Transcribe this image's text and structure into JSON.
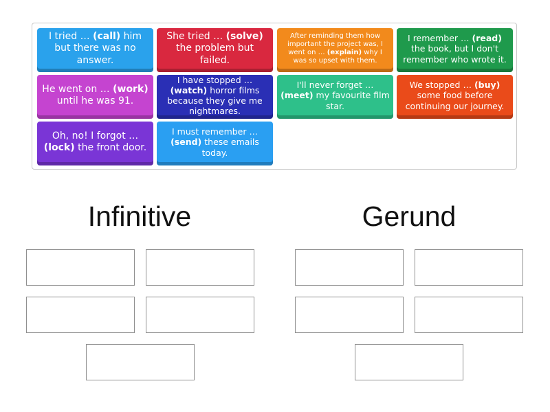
{
  "colors": {
    "blue": "#2aa2ec",
    "red": "#d9283f",
    "orange": "#f28a1c",
    "green": "#1f9a4c",
    "magenta": "#c544d0",
    "indigo": "#2a2fb5",
    "teal": "#2ec08a",
    "red_orange": "#ea4b1a",
    "purple": "#7a35d6",
    "sky": "#2a9ff2"
  },
  "cards": [
    {
      "before": "I tried … ",
      "verb": "(call)",
      "after": " him but there was no answer."
    },
    {
      "before": "She tried … ",
      "verb": "(solve)",
      "after": " the problem but failed."
    },
    {
      "before": "After reminding them how important the project was, I went on … ",
      "verb": "(explain)",
      "after": " why I was so upset with them."
    },
    {
      "before": "I remember … ",
      "verb": "(read)",
      "after": " the book, but I don't remember who wrote it."
    },
    {
      "before": "He went on … ",
      "verb": "(work)",
      "after": " until he was 91."
    },
    {
      "before": "I have stopped … ",
      "verb": "(watch)",
      "after": " horror films because they give me nightmares."
    },
    {
      "before": "I'll never forget … ",
      "verb": "(meet)",
      "after": " my favourite film star."
    },
    {
      "before": "We stopped … ",
      "verb": "(buy)",
      "after": " some food before continuing our journey."
    },
    {
      "before": "Oh, no! I forgot … ",
      "verb": "(lock)",
      "after": " the front door."
    },
    {
      "before": "I must remember … ",
      "verb": "(send)",
      "after": " these emails today."
    }
  ],
  "columns": {
    "infinitive": "Infinitive",
    "gerund": "Gerund"
  }
}
